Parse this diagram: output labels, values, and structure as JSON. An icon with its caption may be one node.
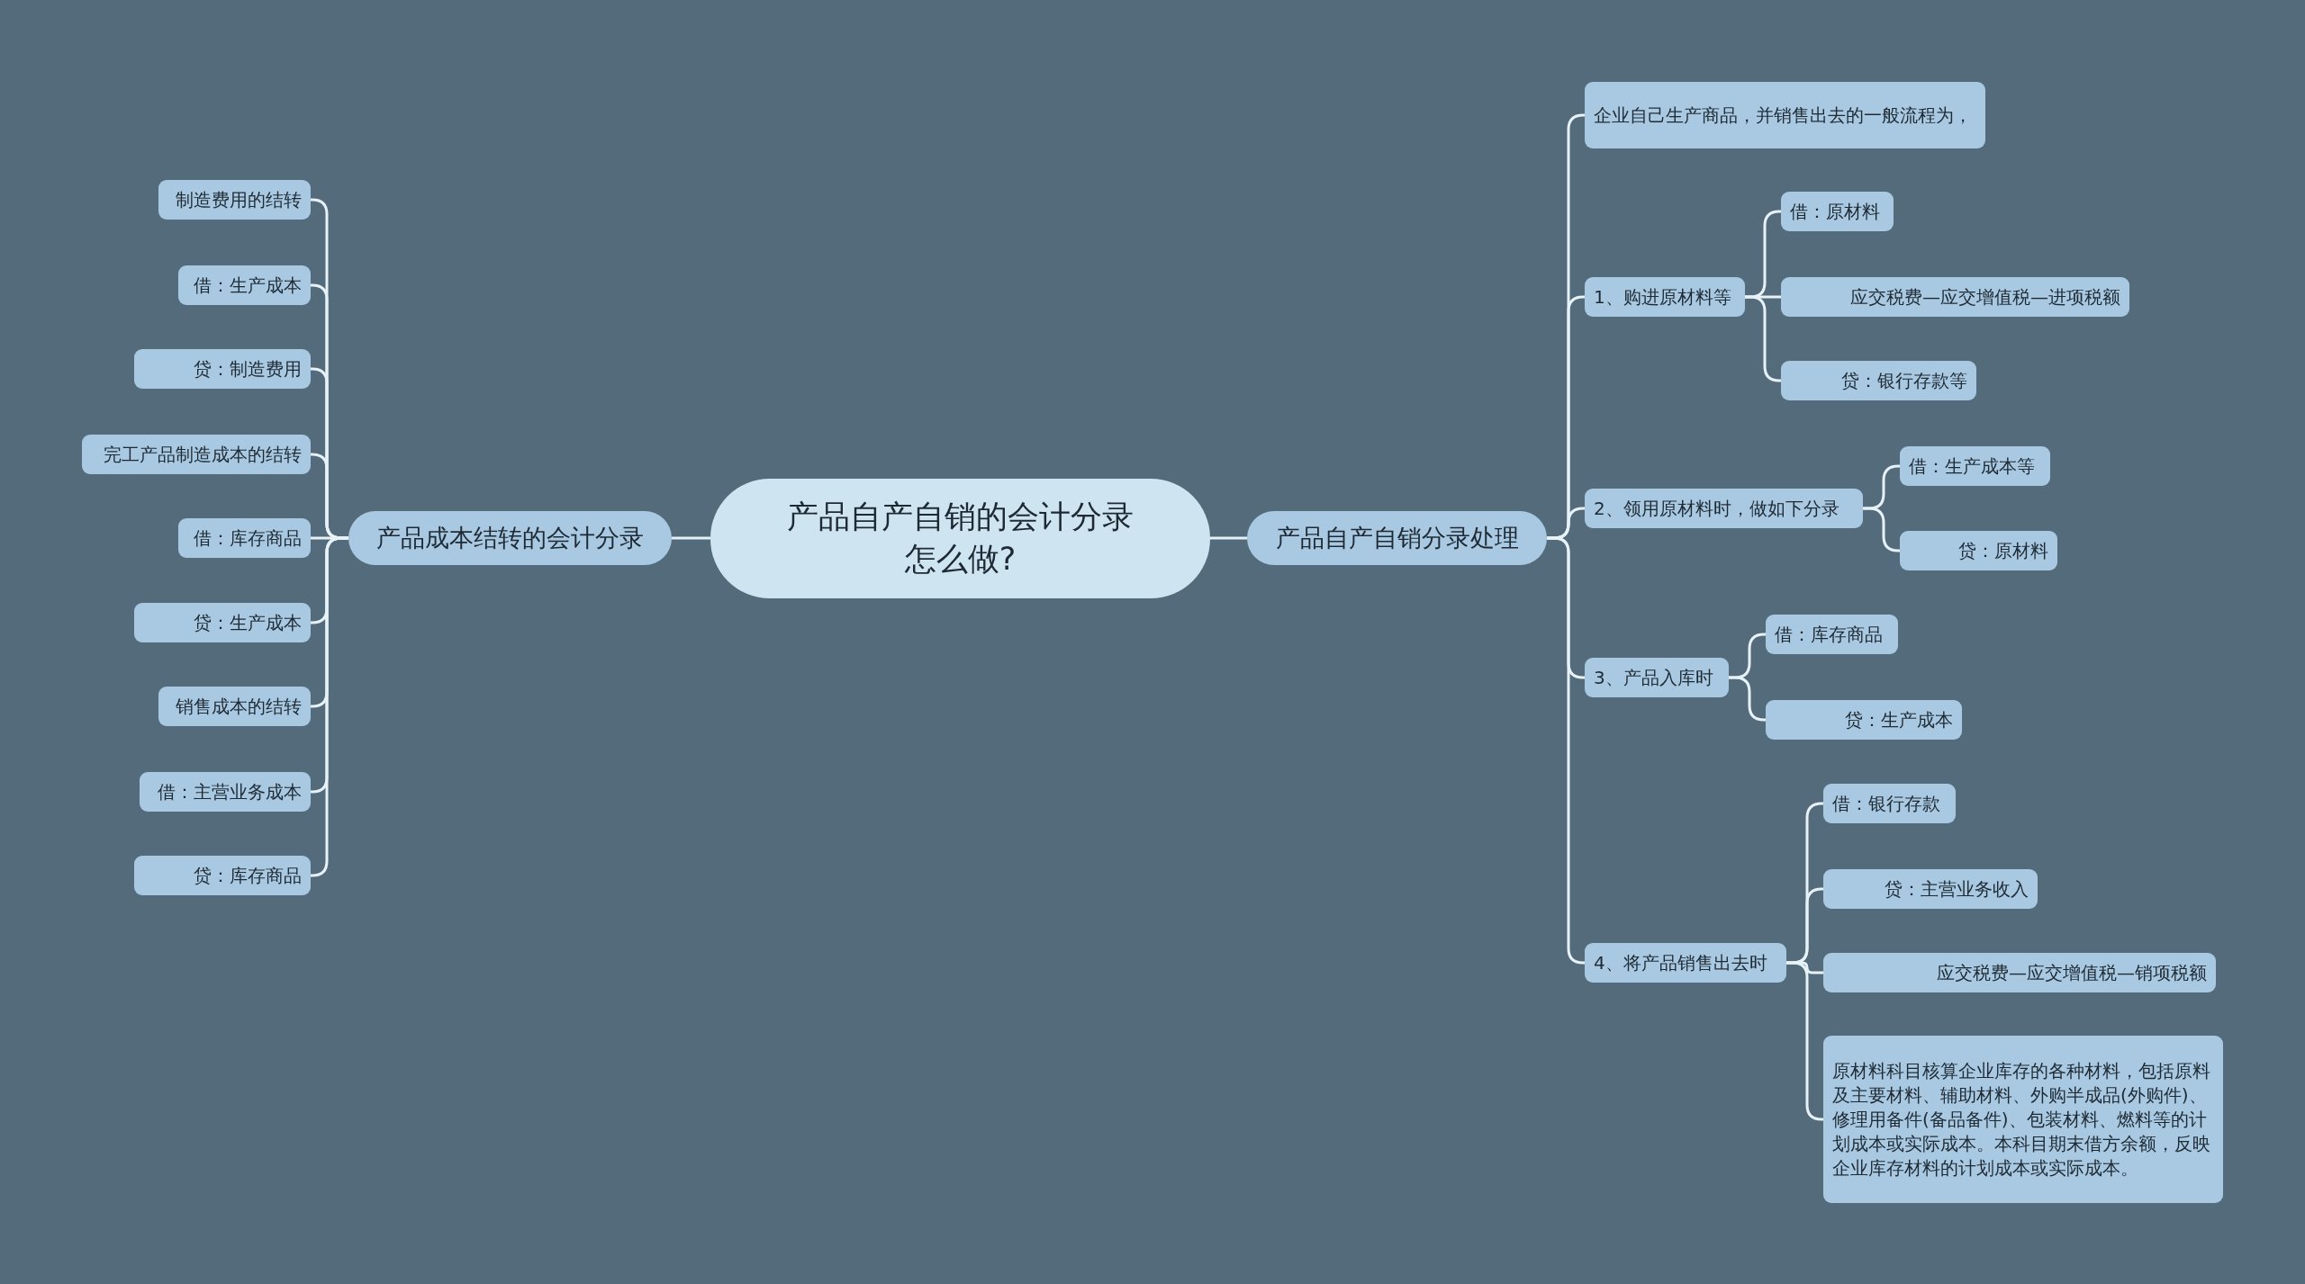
{
  "diagram": {
    "nodes": [
      {
        "text": [
          "产品自产自销的会计分录怎么做?"
        ]
      },
      {
        "text": [
          "产品成本结转的会计分录"
        ]
      },
      {
        "text": [
          "制造费用的结转"
        ]
      },
      {
        "text": [
          "借：生产成本"
        ]
      },
      {
        "text": [
          "贷：制造费用"
        ]
      },
      {
        "text": [
          "完工产品制造成本的结转"
        ]
      },
      {
        "text": [
          "借：库存商品"
        ]
      },
      {
        "text": [
          "贷：生产成本"
        ]
      },
      {
        "text": [
          "销售成本的结转"
        ]
      },
      {
        "text": [
          "借：主营业务成本"
        ]
      },
      {
        "text": [
          "贷：库存商品"
        ]
      },
      {
        "text": [
          "产品自产自销分录处理"
        ]
      },
      {
        "text": [
          "企业自己生产商品，并销售出去的一般流程为，"
        ]
      },
      {
        "text": [
          "1、购进原材料等"
        ]
      },
      {
        "text": [
          "借：原材料"
        ]
      },
      {
        "text": [
          "应交税费—应交增值税—进项税额"
        ]
      },
      {
        "text": [
          "贷：银行存款等"
        ]
      },
      {
        "text": [
          "2、领用原材料时，做如下分录"
        ]
      },
      {
        "text": [
          "借：生产成本等"
        ]
      },
      {
        "text": [
          "贷：原材料"
        ]
      },
      {
        "text": [
          "3、产品入库时"
        ]
      },
      {
        "text": [
          "借：库存商品"
        ]
      },
      {
        "text": [
          "贷：生产成本"
        ]
      },
      {
        "text": [
          "4、将产品销售出去时"
        ]
      },
      {
        "text": [
          "借：银行存款"
        ]
      },
      {
        "text": [
          "贷：主营业务收入"
        ]
      },
      {
        "text": [
          "应交税费—应交增值税—销项税额"
        ]
      },
      {
        "text": [
          "原材料科目核算企业库存的各种材料，包括原料及主要材料、辅助材料、外购半成品(外购件)、修理用备件(备品备件)、包装材料、燃料等的计划成本或实际成本。本科目期末借方余额，反映企业库存材料的计划成本或实际成本。"
        ]
      }
    ],
    "edges": [
      {
        "from": 0,
        "to": 1,
        "arrow": "none"
      },
      {
        "from": 0,
        "to": 11,
        "arrow": "none"
      },
      {
        "from": 1,
        "to": 2,
        "arrow": "none"
      },
      {
        "from": 1,
        "to": 3,
        "arrow": "none"
      },
      {
        "from": 1,
        "to": 4,
        "arrow": "none"
      },
      {
        "from": 1,
        "to": 5,
        "arrow": "none"
      },
      {
        "from": 1,
        "to": 6,
        "arrow": "none"
      },
      {
        "from": 1,
        "to": 7,
        "arrow": "none"
      },
      {
        "from": 1,
        "to": 8,
        "arrow": "none"
      },
      {
        "from": 1,
        "to": 9,
        "arrow": "none"
      },
      {
        "from": 1,
        "to": 10,
        "arrow": "none"
      },
      {
        "from": 11,
        "to": 12,
        "arrow": "none"
      },
      {
        "from": 11,
        "to": 13,
        "arrow": "none"
      },
      {
        "from": 11,
        "to": 17,
        "arrow": "none"
      },
      {
        "from": 11,
        "to": 20,
        "arrow": "none"
      },
      {
        "from": 11,
        "to": 23,
        "arrow": "none"
      },
      {
        "from": 13,
        "to": 14,
        "arrow": "none"
      },
      {
        "from": 13,
        "to": 15,
        "arrow": "none"
      },
      {
        "from": 13,
        "to": 16,
        "arrow": "none"
      },
      {
        "from": 17,
        "to": 18,
        "arrow": "none"
      },
      {
        "from": 17,
        "to": 19,
        "arrow": "none"
      },
      {
        "from": 20,
        "to": 21,
        "arrow": "none"
      },
      {
        "from": 20,
        "to": 22,
        "arrow": "none"
      },
      {
        "from": 23,
        "to": 24,
        "arrow": "none"
      },
      {
        "from": 23,
        "to": 25,
        "arrow": "none"
      },
      {
        "from": 23,
        "to": 26,
        "arrow": "none"
      },
      {
        "from": 23,
        "to": 27,
        "arrow": "none"
      }
    ]
  }
}
